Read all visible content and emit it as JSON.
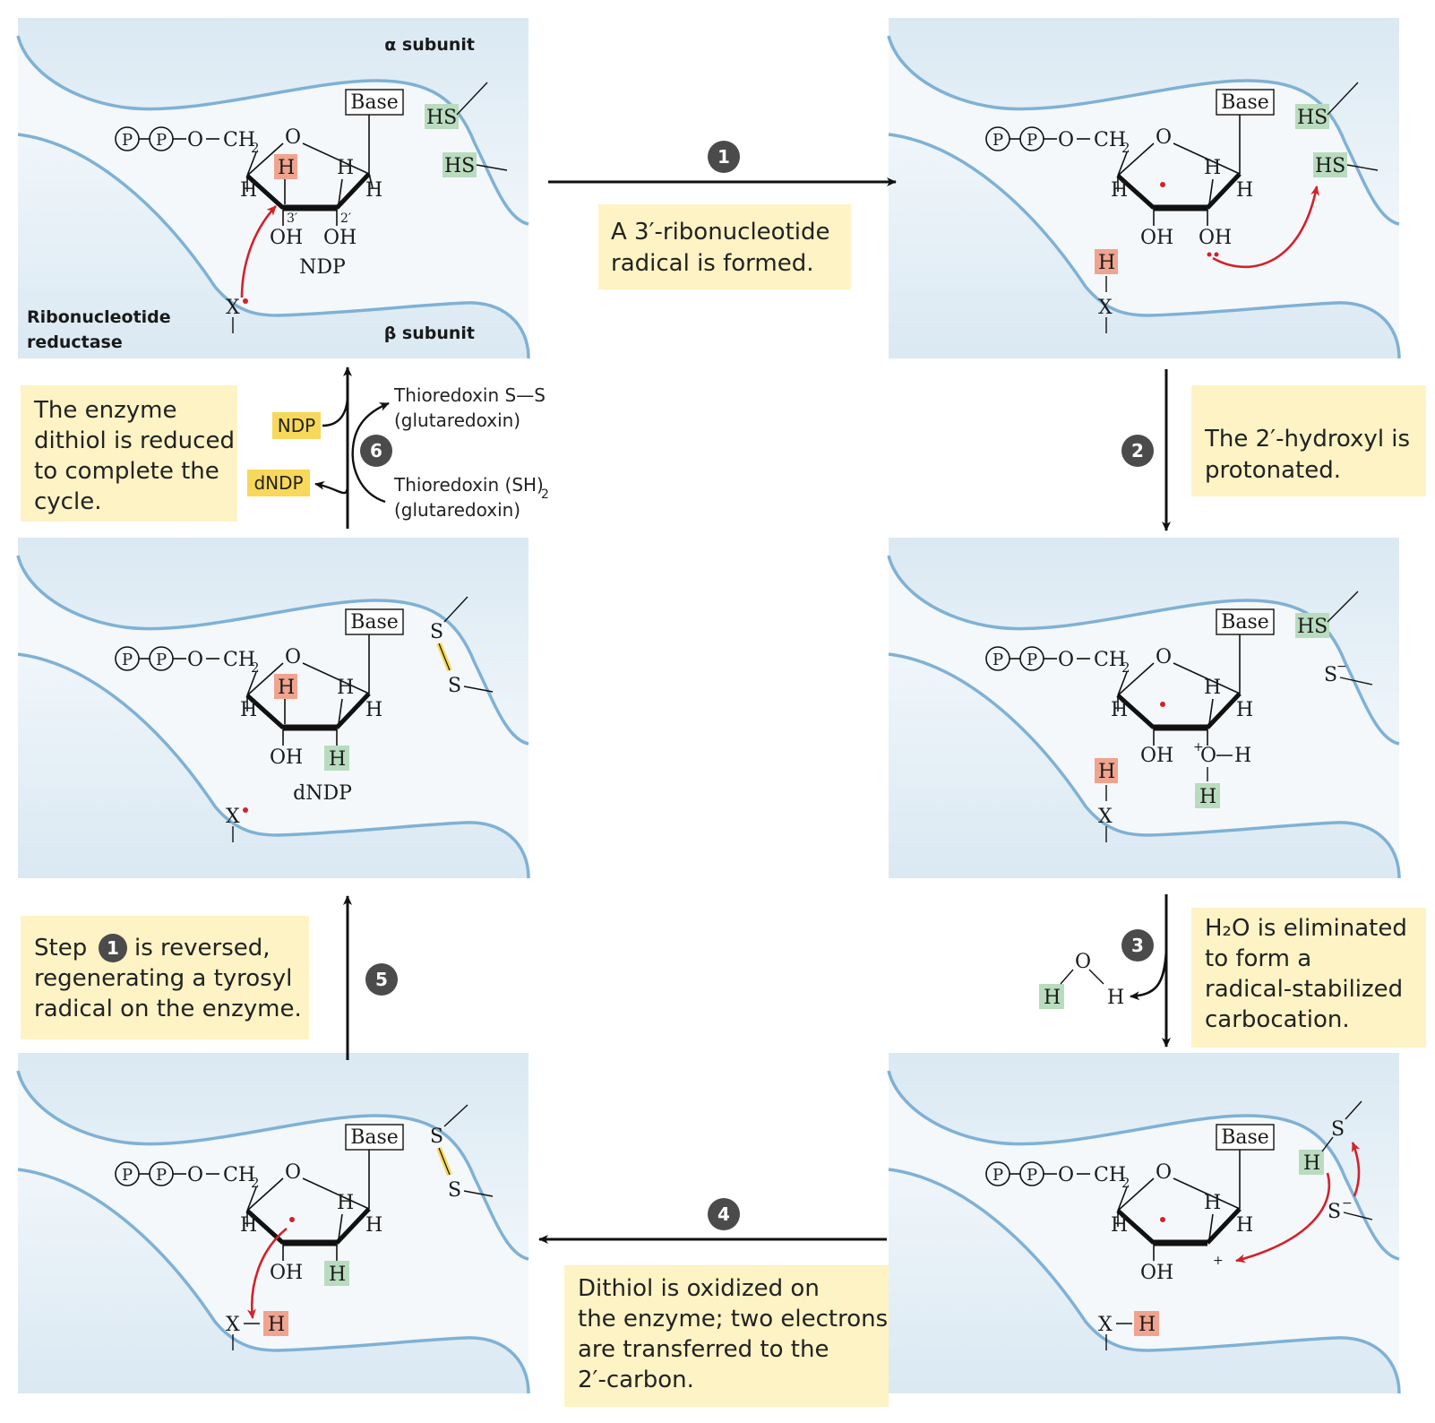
{
  "panel_labels": {
    "alpha_subunit": "α subunit",
    "beta_subunit": "β subunit",
    "enzyme_name_line1": "Ribonucleotide",
    "enzyme_name_line2": "reductase",
    "ndp_label": "NDP",
    "dndp_label": "dNDP"
  },
  "atoms": {
    "P": "P",
    "O": "O",
    "CH2": "CH",
    "sub2": "2",
    "base": "Base",
    "H": "H",
    "OH": "OH",
    "HS": "HS",
    "S": "S",
    "S_minus": "S",
    "X": "X",
    "prime3": "3′",
    "prime2": "2′",
    "plus": "+",
    "minus": "−"
  },
  "steps": [
    {
      "number": "1",
      "caption": [
        "A 3′-ribonucleotide",
        "radical is formed."
      ]
    },
    {
      "number": "2",
      "caption": [
        "The 2′-hydroxyl is",
        "protonated."
      ]
    },
    {
      "number": "3",
      "caption": [
        "H₂O is eliminated",
        "to form a",
        "radical-stabilized",
        "carbocation."
      ]
    },
    {
      "number": "4",
      "caption": [
        "Dithiol is oxidized on",
        "the enzyme; two electrons",
        "are transferred to the",
        "2′-carbon."
      ]
    },
    {
      "number": "5",
      "caption_pre": "Step",
      "caption_ref": "1",
      "caption": [
        "is reversed,",
        "regenerating a tyrosyl",
        "radical on the enzyme."
      ]
    },
    {
      "number": "6",
      "caption": [
        "The enzyme",
        "dithiol is reduced",
        "to complete the",
        "cycle."
      ]
    }
  ],
  "step6_side": {
    "ndp": "NDP",
    "dndp": "dNDP",
    "thio_ss": "Thioredoxin S—S",
    "glut1": "(glutaredoxin)",
    "thio_sh2": "Thioredoxin (SH)",
    "sub2": "2",
    "glut2": "(glutaredoxin)"
  },
  "water": {
    "H1": "H",
    "O": "O",
    "H2": "H"
  },
  "colors": {
    "enzyme_fill": "#d6e6f1",
    "enzyme_stroke": "#7fb1d5",
    "caption_bg": "#fdf3c4",
    "highlight_red": "#f0a48f",
    "highlight_green": "#b9dcbf",
    "highlight_yellow": "#f7d85a",
    "red_arrow": "#d4202a",
    "badge": "#4b4b4b"
  }
}
